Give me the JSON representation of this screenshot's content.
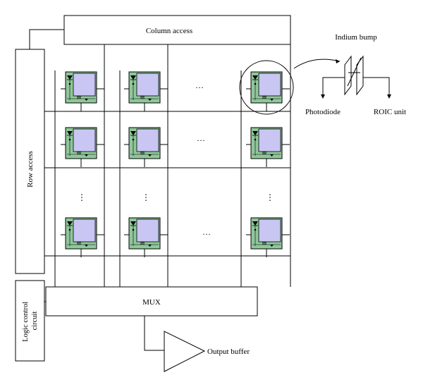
{
  "blocks": {
    "column_access": "Column access",
    "row_access": "Row access",
    "mux": "MUX",
    "logic_control": [
      "Logic control",
      "circuit"
    ],
    "output_buffer": "Output buffer"
  },
  "detail": {
    "indium_bump": "Indium bump",
    "photodiode": "Photodiode",
    "roic_unit": "ROIC unit"
  },
  "ellipsis": {
    "horizontal": "…",
    "vertical": "⋮"
  },
  "colors": {
    "pixel_green": "#8fc79b",
    "pixel_blue": "#c9c6f3",
    "line": "#000000"
  }
}
